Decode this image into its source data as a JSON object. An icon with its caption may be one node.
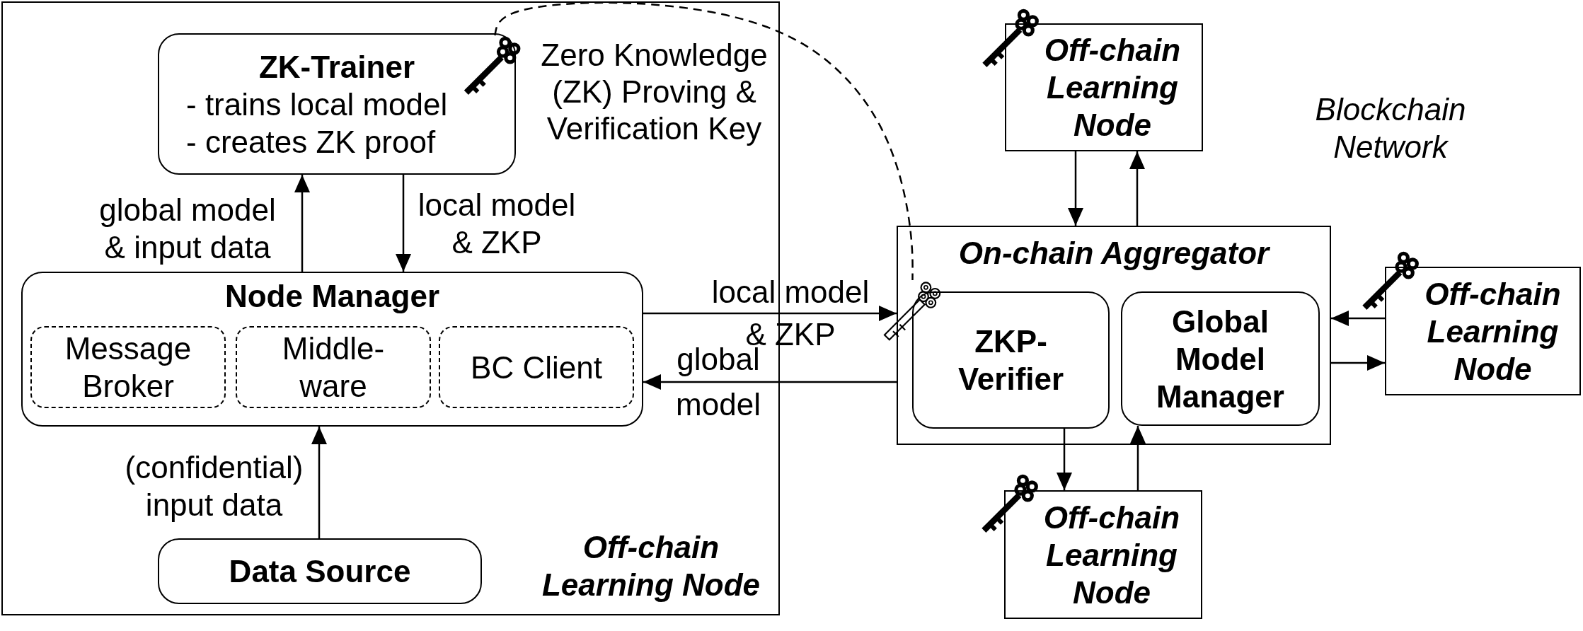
{
  "diagram": {
    "nodes": [
      {
        "text": [
          "Off-chain Learning Node"
        ]
      },
      {
        "text": [
          "ZK-Trainer",
          "- trains local model",
          "- creates ZK proof"
        ],
        "in": 0
      },
      {
        "text": [],
        "shape": "key",
        "in": 1,
        "beside": [
          "Zero Knowledge (ZK) Proving & Verification Key"
        ]
      },
      {
        "text": [
          "Node Manager"
        ],
        "in": 0
      },
      {
        "text": [
          "Message Broker"
        ],
        "in": 3
      },
      {
        "text": [
          "Middle- ware"
        ],
        "in": 3
      },
      {
        "text": [
          "BC Client"
        ],
        "in": 3
      },
      {
        "text": [
          "Data Source"
        ],
        "in": 0
      },
      {
        "text": [
          "On-chain Aggregator"
        ]
      },
      {
        "text": [
          "ZKP- Verifier"
        ],
        "in": 8
      },
      {
        "text": [
          "Global Model Manager"
        ],
        "in": 8
      },
      {
        "text": [],
        "shape": "key"
      },
      {
        "text": [
          "Off-chain Learning Node"
        ]
      },
      {
        "text": [
          "Off-chain Learning Node"
        ]
      },
      {
        "text": [
          "Off-chain Learning Node"
        ]
      }
    ],
    "edges": [
      {
        "from": 3,
        "to": 1,
        "arrow": "to",
        "label": "global model & input data"
      },
      {
        "from": 1,
        "to": 3,
        "arrow": "to",
        "label": "local model & ZKP"
      },
      {
        "from": 7,
        "to": 3,
        "arrow": "to",
        "label": "(confidential) input data"
      },
      {
        "from": 3,
        "to": 8,
        "arrow": "to",
        "label": "local model & ZKP"
      },
      {
        "from": 8,
        "to": 3,
        "arrow": "to",
        "label": "global model"
      },
      {
        "from": 2,
        "to": 11,
        "arrow": "none",
        "style": "dashed"
      },
      {
        "from": 12,
        "to": 8,
        "arrow": "to"
      },
      {
        "from": 8,
        "to": 12,
        "arrow": "to"
      },
      {
        "from": 13,
        "to": 8,
        "arrow": "to"
      },
      {
        "from": 8,
        "to": 13,
        "arrow": "to"
      },
      {
        "from": 9,
        "to": 14,
        "arrow": "to"
      },
      {
        "from": 14,
        "to": 10,
        "arrow": "to"
      }
    ],
    "labels": [
      "Blockchain Network"
    ]
  }
}
